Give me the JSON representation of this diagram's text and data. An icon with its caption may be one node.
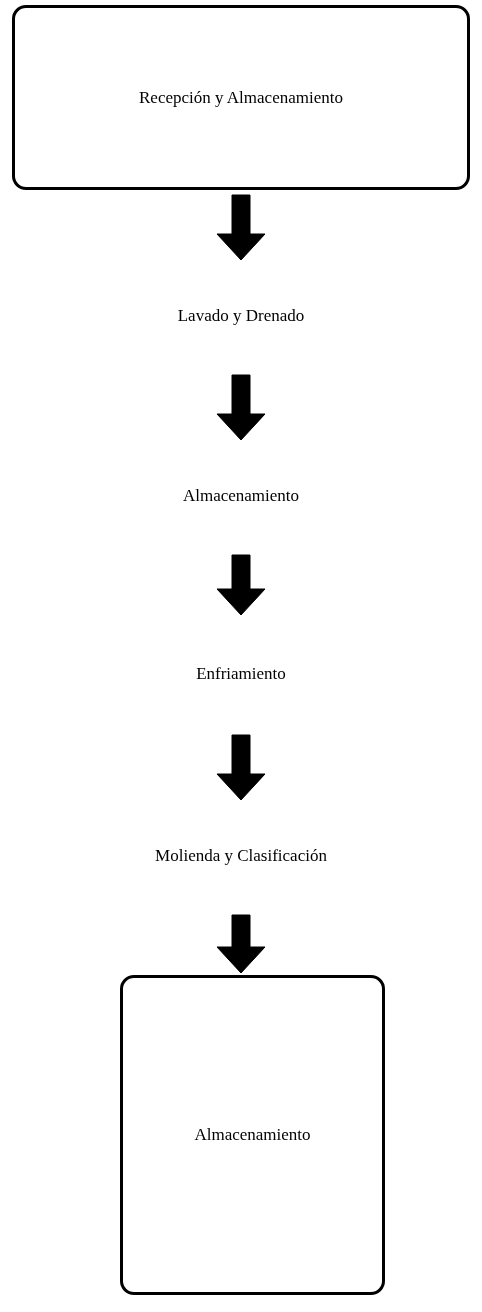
{
  "diagram": {
    "nodes": [
      {
        "text": [
          "Recepción y Almacenamiento"
        ]
      },
      {
        "text": [
          "Lavado y Drenado"
        ]
      },
      {
        "text": [
          "Almacenamiento"
        ]
      },
      {
        "text": [
          "Enfriamiento"
        ]
      },
      {
        "text": [
          "Molienda y Clasificación"
        ]
      },
      {
        "text": [
          "Almacenamiento"
        ]
      }
    ],
    "edges": [
      {
        "from": 0,
        "to": 1,
        "arrow": "to"
      },
      {
        "from": 1,
        "to": 2,
        "arrow": "to"
      },
      {
        "from": 2,
        "to": 3,
        "arrow": "to"
      },
      {
        "from": 3,
        "to": 4,
        "arrow": "to"
      },
      {
        "from": 4,
        "to": 5,
        "arrow": "to"
      }
    ]
  }
}
